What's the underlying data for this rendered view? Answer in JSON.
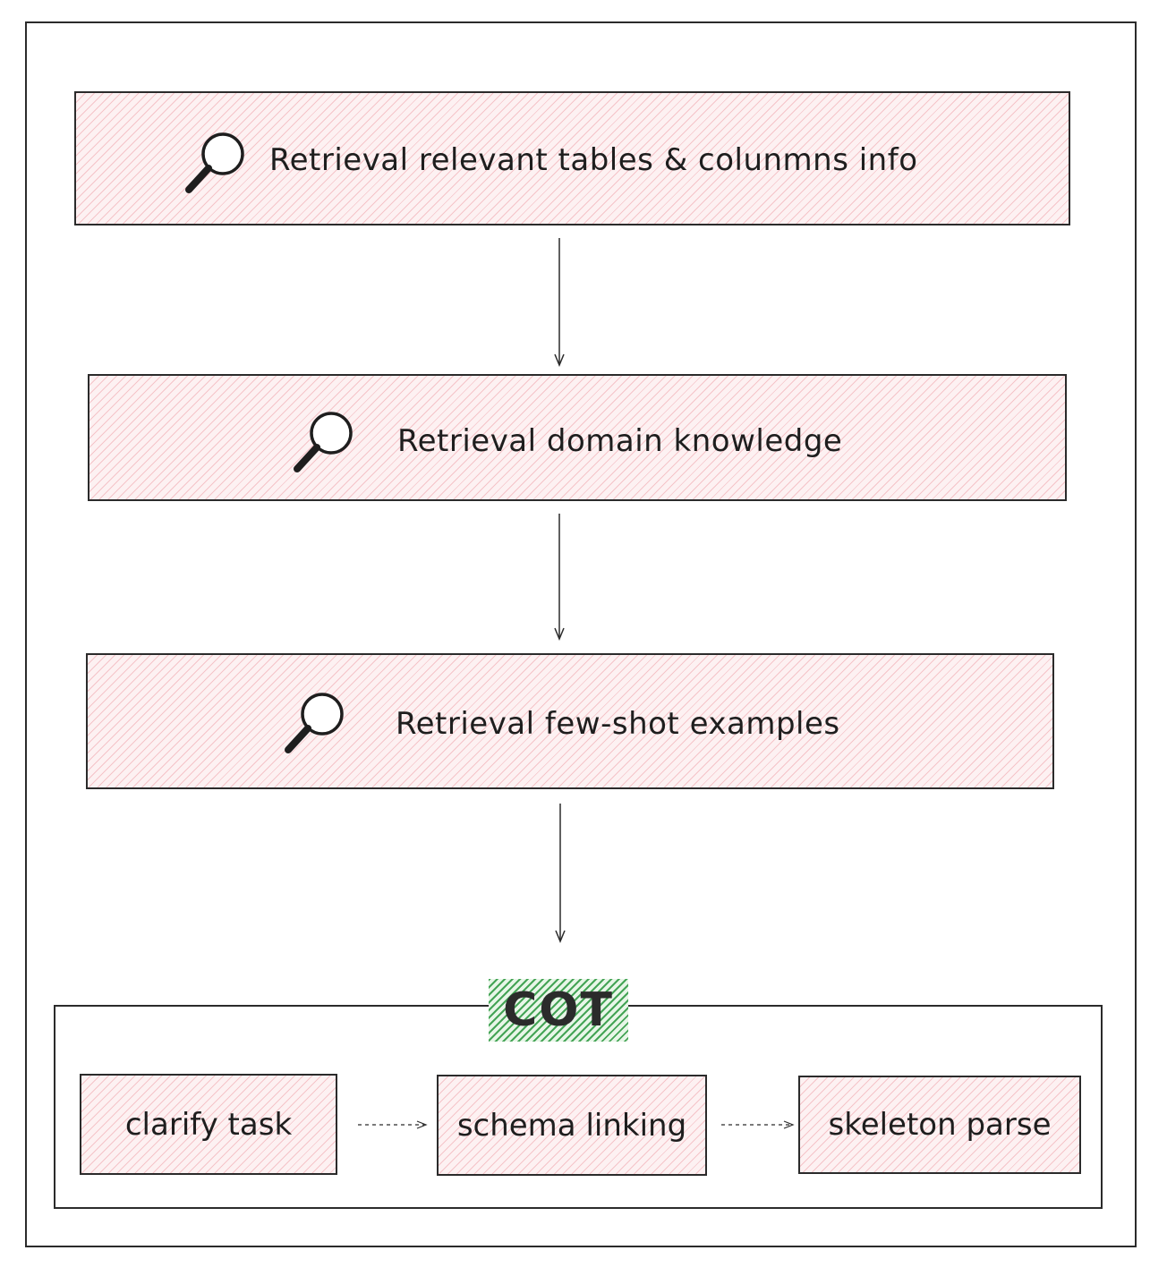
{
  "steps": [
    {
      "label": "Retrieval relevant tables & colunmns info",
      "icon": "magnifier-icon"
    },
    {
      "label": "Retrieval domain knowledge",
      "icon": "magnifier-icon"
    },
    {
      "label": "Retrieval few-shot examples",
      "icon": "magnifier-icon"
    }
  ],
  "cot": {
    "title": "COT",
    "steps": [
      {
        "label": "clarify task"
      },
      {
        "label": "schema linking"
      },
      {
        "label": "skeleton parse"
      }
    ]
  },
  "colors": {
    "stroke": "#2b2b2b",
    "step_fill": "#fdf1f2",
    "step_hatch": "#eb8c96",
    "cot_hatch": "#28963c"
  }
}
